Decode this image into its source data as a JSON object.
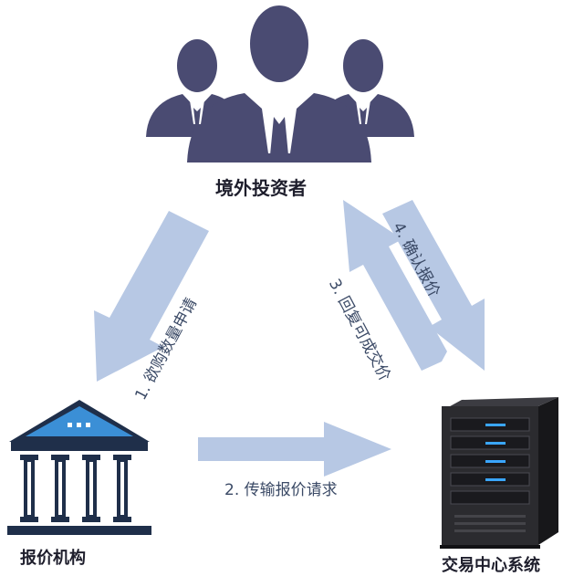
{
  "nodes": {
    "investors": {
      "label": "境外投资者"
    },
    "quoter": {
      "label": "报价机构"
    },
    "system": {
      "label": "交易中心系统"
    }
  },
  "edges": [
    {
      "id": "1",
      "label": "1. 欲购数量申请"
    },
    {
      "id": "2",
      "label": "2. 传输报价请求"
    },
    {
      "id": "3",
      "label": "3. 回复可成交价"
    },
    {
      "id": "4",
      "label": "4. 确认报价"
    }
  ],
  "colors": {
    "people": "#4a4b72",
    "arrow": "#b7c8e4",
    "building": "#1f2f4a",
    "building_roof": "#3b8fd6",
    "server": "#2b2b2f",
    "server_led": "#3aa6ff"
  }
}
